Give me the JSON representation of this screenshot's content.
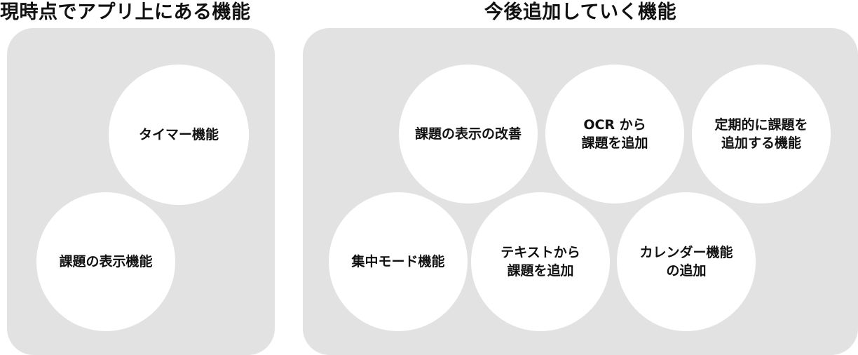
{
  "sections": {
    "current": {
      "title": "現時点でアプリ上にある機能",
      "features": [
        "タイマー機能",
        "課題の表示機能"
      ]
    },
    "future": {
      "title": "今後追加していく機能",
      "features": [
        "課題の表示の改善",
        "OCR から\n課題を追加",
        "定期的に課題を\n追加する機能",
        "集中モード機能",
        "テキストから\n課題を追加",
        "カレンダー機能\nの追加"
      ]
    }
  },
  "colors": {
    "panel": "#e2e2e2",
    "circle": "#ffffff",
    "text": "#111111"
  }
}
